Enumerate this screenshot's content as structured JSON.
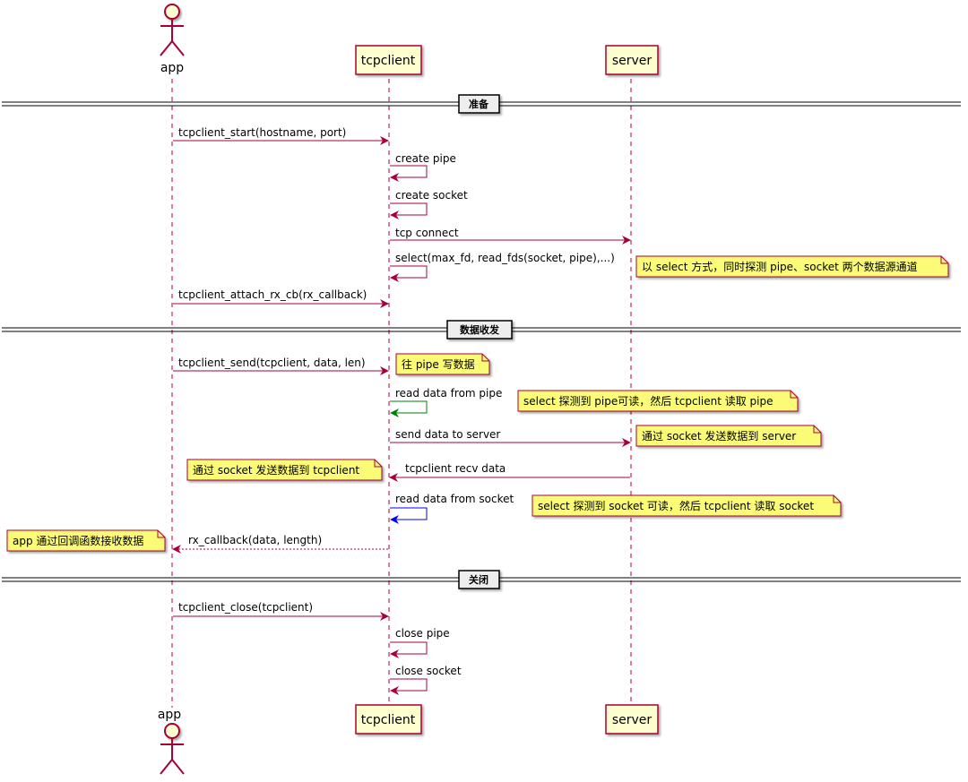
{
  "colors": {
    "arrow": "#A80036",
    "note_fill": "#FBFB77",
    "participant_fill": "#FEFECE",
    "green_arrow": "#008000",
    "blue_arrow": "#0000FF"
  },
  "participants": {
    "app": "app",
    "tcpclient": "tcpclient",
    "server": "server"
  },
  "separators": {
    "prepare": "准备",
    "data_exchange": "数据收发",
    "close": "关闭"
  },
  "messages": {
    "m1": "tcpclient_start(hostname, port)",
    "m2": "create pipe",
    "m3": "create socket",
    "m4": "tcp connect",
    "m5": "select(max_fd, read_fds(socket, pipe),...)",
    "m6": "tcpclient_attach_rx_cb(rx_callback)",
    "m7": "tcpclient_send(tcpclient, data, len)",
    "m8": "read data from pipe",
    "m9": "send data to server",
    "m10": "tcpclient recv data",
    "m11": "read data from socket",
    "m12": "rx_callback(data, length)",
    "m13": "tcpclient_close(tcpclient)",
    "m14": "close pipe",
    "m15": "close socket"
  },
  "notes": {
    "n1": "以 select 方式，同时探测 pipe、socket 两个数据源通道",
    "n2": "往 pipe 写数据",
    "n3": "select 探测到 pipe可读，然后 tcpclient 读取 pipe",
    "n4": "通过 socket 发送数据到 server",
    "n5": "通过 socket 发送数据到 tcpclient",
    "n6": "select 探测到 socket 可读，然后 tcpclient 读取 socket",
    "n7": "app 通过回调函数接收数据"
  }
}
